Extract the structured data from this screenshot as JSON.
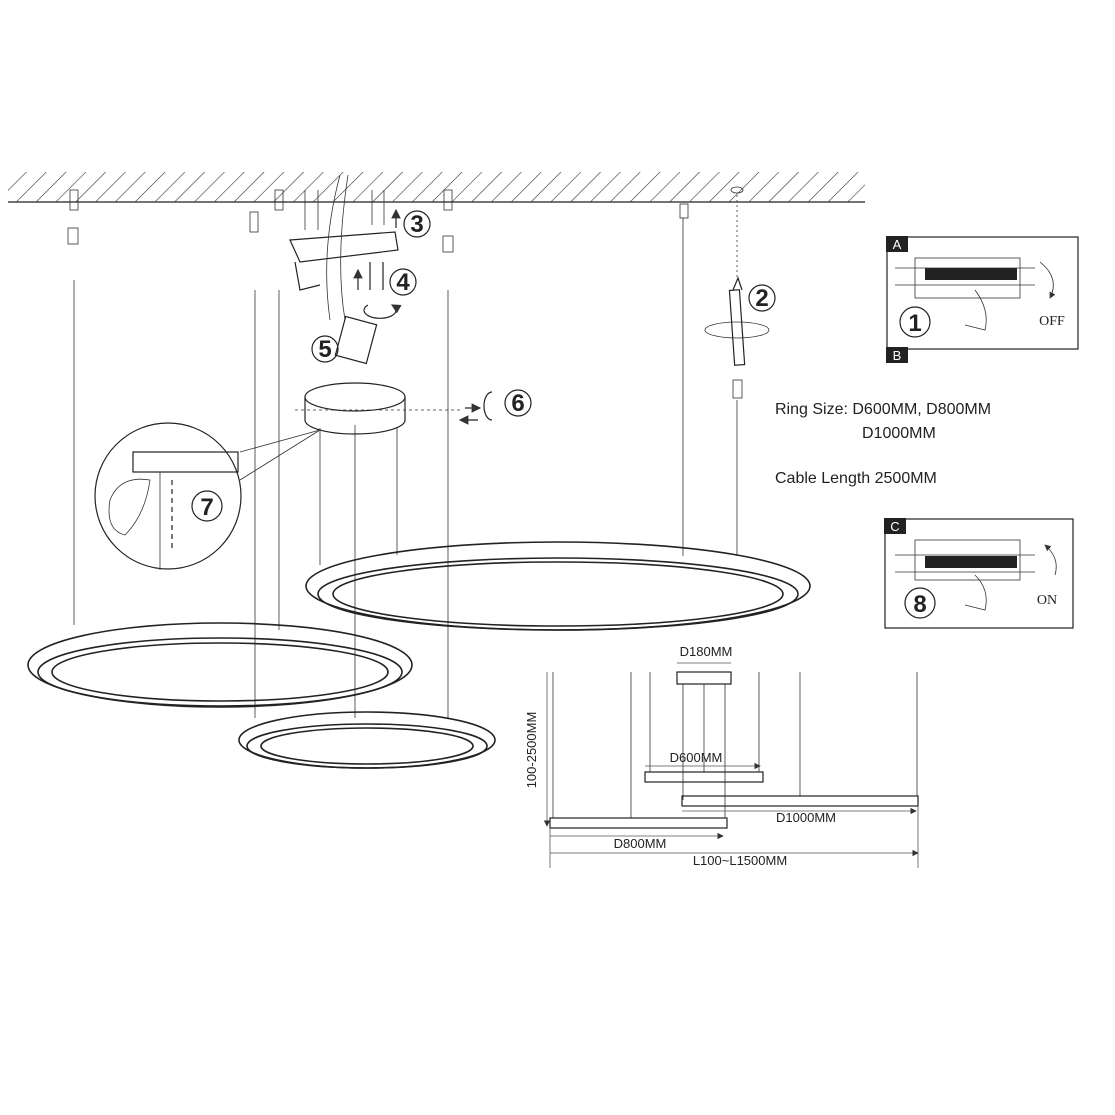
{
  "steps": [
    "1",
    "2",
    "3",
    "4",
    "5",
    "6",
    "7",
    "8"
  ],
  "panel_labels": {
    "a": "A",
    "b": "B",
    "c": "C"
  },
  "switch": {
    "off": "OFF",
    "on": "ON"
  },
  "specs": {
    "ring_size_line1": "Ring Size: D600MM, D800MM",
    "ring_size_line2": "D1000MM",
    "cable_length": "Cable Length 2500MM"
  },
  "dimensions": {
    "canopy": "D180MM",
    "ring_small": "D600MM",
    "ring_medium": "D800MM",
    "ring_large": "D1000MM",
    "height_range": "100-2500MM",
    "length_range": "L100~L1500MM"
  }
}
